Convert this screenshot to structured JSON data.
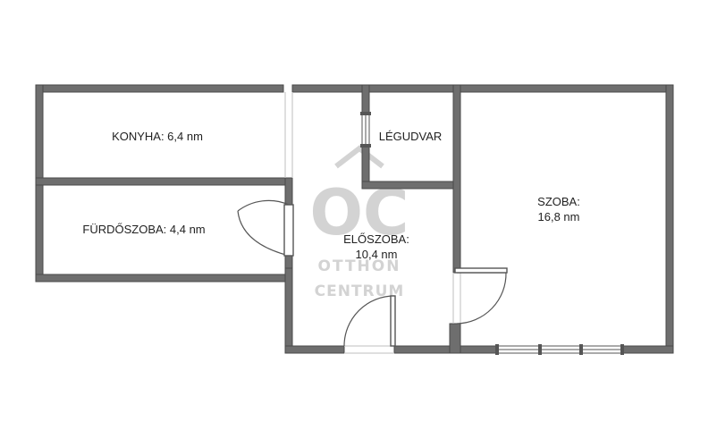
{
  "rooms": {
    "konyha": {
      "label": "KONYHA: 6,4 nm"
    },
    "furdoszoba": {
      "label": "FÜRDŐSZOBA: 4,4 nm"
    },
    "legudvar": {
      "label": "LÉGUDVAR"
    },
    "eloszoba": {
      "line1": "ELŐSZOBA:",
      "line2": "10,4 nm"
    },
    "szoba": {
      "line1": "SZOBA:",
      "line2": "16,8 nm"
    }
  },
  "watermark": {
    "monogram": "OC",
    "line1": "OTTHON",
    "line2": "CENTRUM"
  },
  "colors": {
    "wall": "#6e6e6e",
    "watermark": "#d3d3d3"
  }
}
